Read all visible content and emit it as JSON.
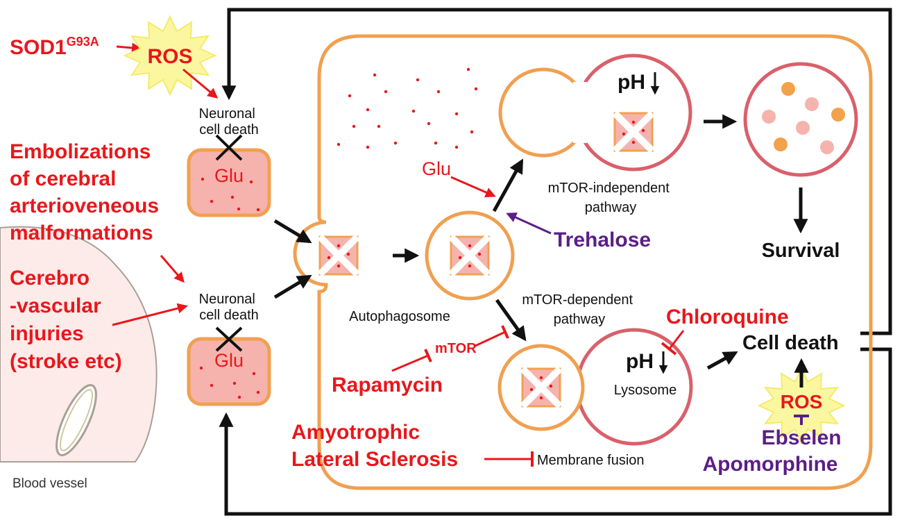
{
  "labels": {
    "sod1": "SOD1",
    "sod1_sup": "G93A",
    "ros_top": "ROS",
    "neuronal_death_1_line1": "Neuronal",
    "neuronal_death_1_line2": "cell death",
    "glu_cell_1": "Glu",
    "embolizations": [
      "Embolizations",
      "of cerebral",
      "arterioveneous",
      "malformations"
    ],
    "cerebro": [
      "Cerebro",
      "-vascular",
      "injuries",
      "(stroke etc)"
    ],
    "neuronal_death_2_line1": "Neuronal",
    "neuronal_death_2_line2": "cell death",
    "glu_cell_2": "Glu",
    "blood_vessel": "Blood vessel",
    "glu_inner": "Glu",
    "mtor_independent_line1": "mTOR-independent",
    "mtor_independent_line2": "pathway",
    "trehalose": "Trehalose",
    "ph_top": "pH",
    "survival": "Survival",
    "autophagosome": "Autophagosome",
    "mtor_dependent_line1": "mTOR-dependent",
    "mtor_dependent_line2": "pathway",
    "mtor": "mTOR",
    "rapamycin": "Rapamycin",
    "chloroquine": "Chloroquine",
    "ph_bottom": "pH",
    "lysosome": "Lysosome",
    "cell_death": "Cell death",
    "ros_bottom": "ROS",
    "ebselen": "Ebselen",
    "apomorphine": "Apomorphine",
    "als_line1": "Amyotrophic",
    "als_line2": "Lateral Sclerosis",
    "membrane_fusion": "Membrane fusion"
  },
  "colors": {
    "red": "#e8171c",
    "purple": "#5b1e86",
    "orange": "#f0a050",
    "pink_fill": "#f6b3ad",
    "lysosome_stroke": "#d9606a",
    "black": "#111111"
  }
}
